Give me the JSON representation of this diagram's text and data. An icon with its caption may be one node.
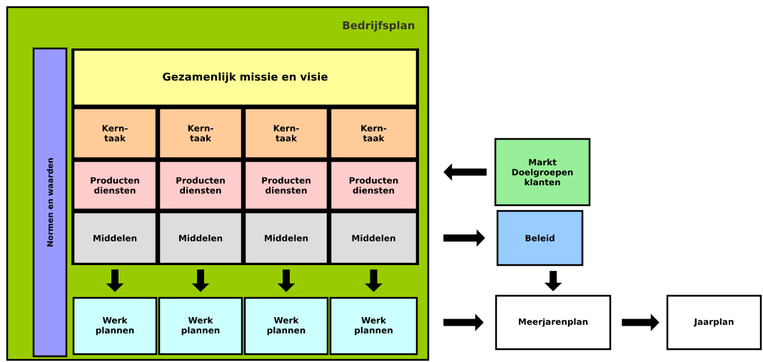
{
  "diagram": {
    "nodes": [
      {
        "text": [
          "Bedrijfsplan"
        ]
      },
      {
        "text": [
          "Normen en waarden"
        ],
        "in": 0
      },
      {
        "text": [
          "Gezamenlijk missie en visie"
        ],
        "in": 0
      },
      {
        "text": [
          "Kern- taak"
        ],
        "in": 0
      },
      {
        "text": [
          "Kern- taak"
        ],
        "in": 0
      },
      {
        "text": [
          "Kern- taak"
        ],
        "in": 0
      },
      {
        "text": [
          "Kern- taak"
        ],
        "in": 0
      },
      {
        "text": [
          "Producten diensten"
        ],
        "in": 0
      },
      {
        "text": [
          "Producten diensten"
        ],
        "in": 0
      },
      {
        "text": [
          "Producten diensten"
        ],
        "in": 0
      },
      {
        "text": [
          "Producten diensten"
        ],
        "in": 0
      },
      {
        "text": [
          "Middelen"
        ],
        "in": 0
      },
      {
        "text": [
          "Middelen"
        ],
        "in": 0
      },
      {
        "text": [
          "Middelen"
        ],
        "in": 0
      },
      {
        "text": [
          "Middelen"
        ],
        "in": 0
      },
      {
        "text": [
          "Werk plannen"
        ],
        "in": 0
      },
      {
        "text": [
          "Werk plannen"
        ],
        "in": 0
      },
      {
        "text": [
          "Werk plannen"
        ],
        "in": 0
      },
      {
        "text": [
          "Werk plannen"
        ],
        "in": 0
      },
      {
        "text": [
          "Markt Doelgroepen klanten"
        ]
      },
      {
        "text": [
          "Beleid"
        ]
      },
      {
        "text": [
          "Meerjarenplan"
        ]
      },
      {
        "text": [
          "Jaarplan"
        ]
      }
    ],
    "edges": [
      {
        "from": 11,
        "to": 15,
        "arrow": "to"
      },
      {
        "from": 12,
        "to": 16,
        "arrow": "to"
      },
      {
        "from": 13,
        "to": 17,
        "arrow": "to"
      },
      {
        "from": 14,
        "to": 18,
        "arrow": "to"
      },
      {
        "from": 19,
        "to": 0,
        "arrow": "to"
      },
      {
        "from": 0,
        "to": 20,
        "arrow": "to"
      },
      {
        "from": 20,
        "to": 21,
        "arrow": "to"
      },
      {
        "from": 0,
        "to": 21,
        "arrow": "to"
      },
      {
        "from": 21,
        "to": 22,
        "arrow": "to"
      }
    ]
  }
}
